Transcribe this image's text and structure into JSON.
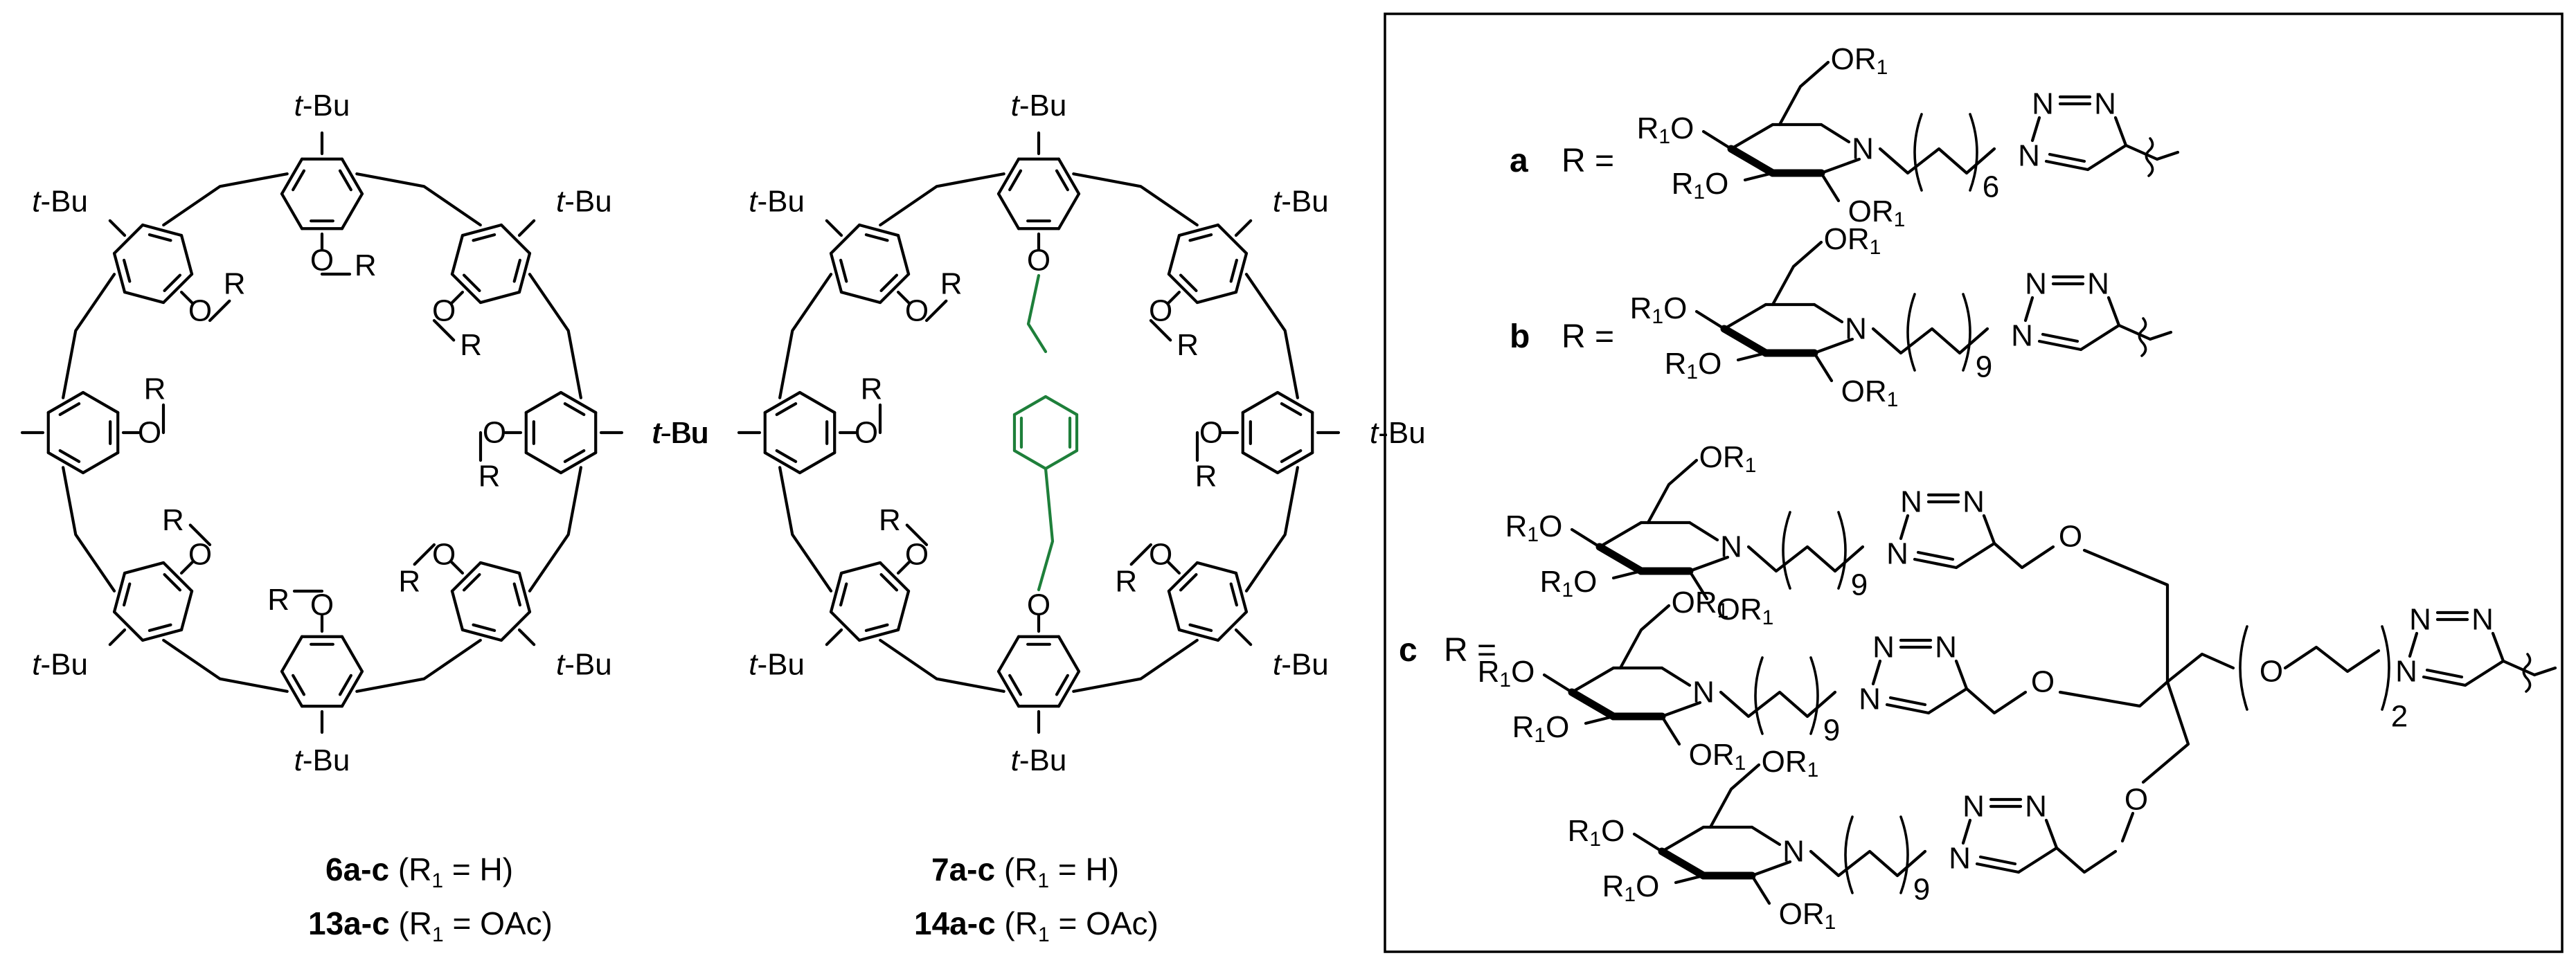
{
  "compound_6": {
    "substituent": "t-Bu",
    "ether_label": "O",
    "r_label": "R",
    "caption_line1": {
      "bold": "6a-c",
      "text": " (R",
      "sub": "1",
      "tail": " = H)"
    },
    "caption_line2": {
      "bold": "13a-c",
      "text": " (R",
      "sub": "1",
      "tail": " = OAc)"
    }
  },
  "compound_7": {
    "substituent": "t-Bu",
    "ether_label": "O",
    "r_label": "R",
    "caption_line1": {
      "bold": "7a-c",
      "text": " (R",
      "sub": "1",
      "tail": " = H)"
    },
    "caption_line2": {
      "bold": "14a-c",
      "text": " (R",
      "sub": "1",
      "tail": " = OAc)"
    },
    "bridge_color": "#1e7f3a"
  },
  "r_groups": {
    "a": {
      "letter": "a",
      "eq": "R =",
      "chain_count": "6"
    },
    "b": {
      "letter": "b",
      "eq": "R =",
      "chain_count": "9"
    },
    "c": {
      "letter": "c",
      "eq": "R =",
      "chain_count": "9",
      "peg_count": "2"
    }
  },
  "atoms": {
    "ring_n": "N",
    "triazole_n": "N",
    "oxygen": "O",
    "or1": "OR",
    "r1o": "R",
    "sub1": "1"
  }
}
